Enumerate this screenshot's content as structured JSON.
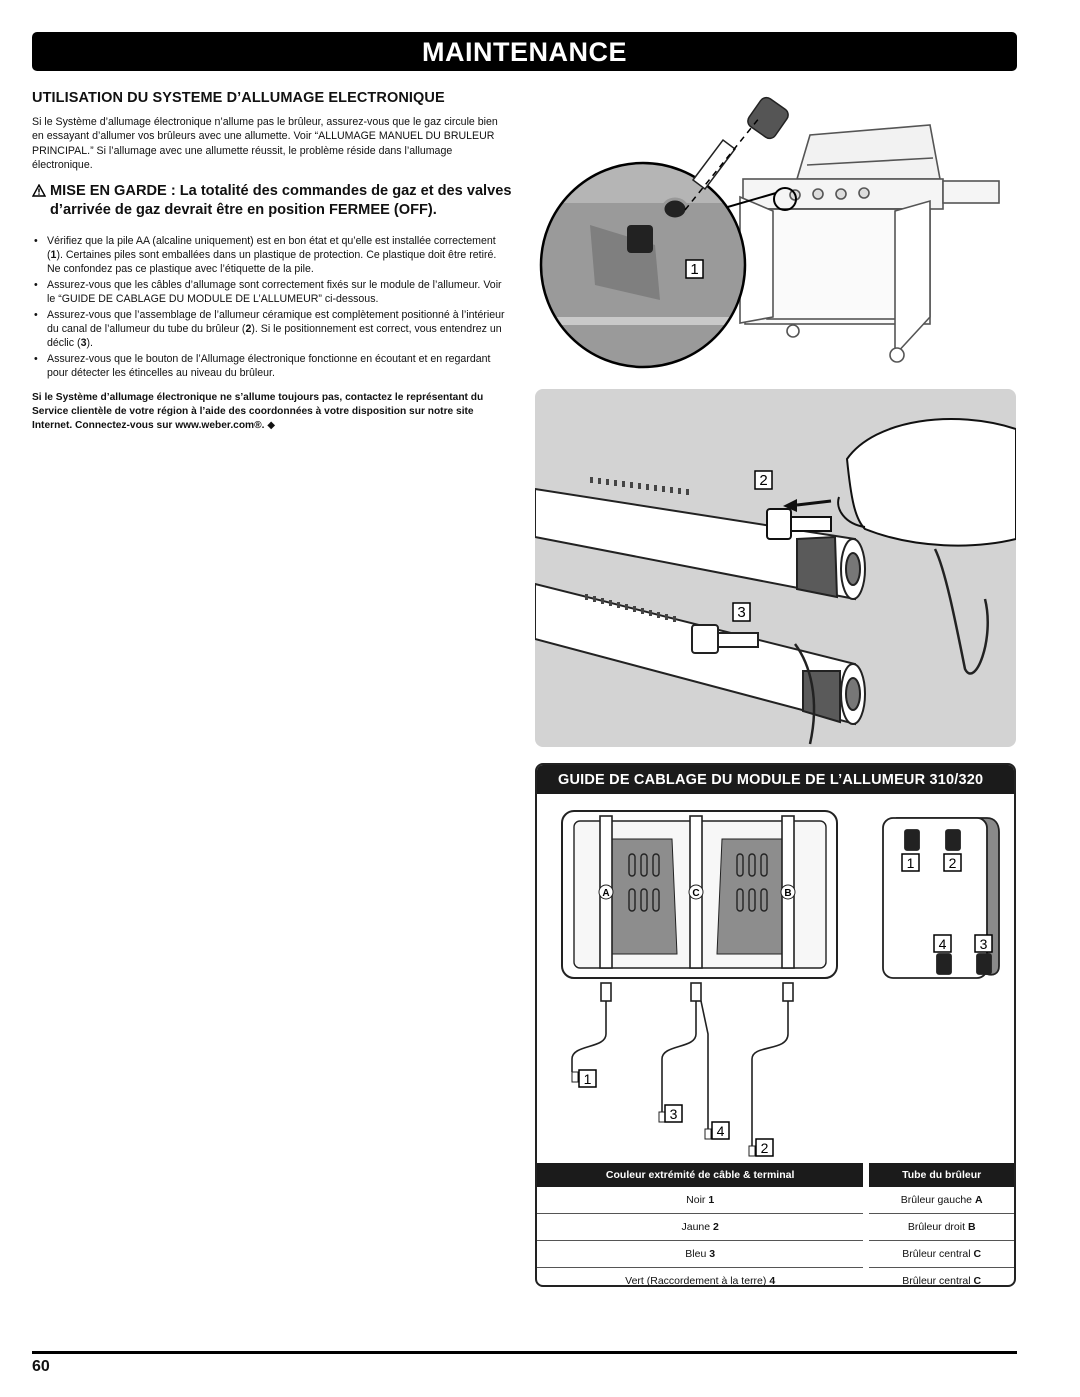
{
  "banner": {
    "title": "MAINTENANCE"
  },
  "section": {
    "heading": "UTILISATION DU SYSTEME D’ALLUMAGE ELECTRONIQUE",
    "intro": "Si le Système d’allumage électronique n’allume pas le brûleur, assurez-vous que le gaz circule bien en essayant d’allumer vos brûleurs avec une allumette. Voir “ALLUMAGE MANUEL DU BRULEUR PRINCIPAL.” Si l’allumage avec une allumette réussit, le problème réside dans l’allumage électronique.",
    "warning": "MISE EN GARDE : La totalité des commandes de gaz et des valves d’arrivée de gaz devrait être en position FERMEE (OFF).",
    "bullets": [
      {
        "a": "Vérifiez que la pile AA (alcaline uniquement) est en bon état et qu’elle est installée correctement (",
        "b": "1",
        "c": "). Certaines piles sont emballées dans un plastique de protection. Ce plastique doit être retiré. Ne confondez pas ce plastique avec l’étiquette de la pile."
      },
      {
        "a": "Assurez-vous que les câbles d’allumage sont correctement fixés sur le module de l’allumeur. Voir le “GUIDE DE CABLAGE DU MODULE DE L’ALLUMEUR” ci-dessous.",
        "b": "",
        "c": ""
      },
      {
        "a": "Assurez-vous que l’assemblage de l’allumeur céramique est complètement positionné à l’intérieur du canal de l’allumeur du tube du brûleur (",
        "b": "2",
        "c": "). Si le positionnement est correct, vous entendrez un déclic (",
        "d": "3",
        "e": ")."
      },
      {
        "a": "Assurez-vous que le bouton de l’Allumage électronique fonctionne en écoutant et en regardant pour détecter les étincelles au niveau du brûleur.",
        "b": "",
        "c": ""
      }
    ],
    "note": "Si le Système d’allumage électronique ne s’allume toujours pas, contactez le représentant du Service clientèle de votre région à l’aide des coordonnées à votre disposition sur notre site Internet. Connectez-vous sur www.weber.com®. ◆"
  },
  "figure1": {
    "callout": "1"
  },
  "figure2": {
    "callout_a": "2",
    "callout_b": "3"
  },
  "guide": {
    "title": "GUIDE DE CABLAGE DU MODULE DE L’ALLUMEUR 310/320",
    "burner_labels": [
      "A",
      "C",
      "B"
    ],
    "module_terminals": [
      "1",
      "2",
      "4",
      "3"
    ],
    "wire_labels": [
      "1",
      "3",
      "4",
      "2"
    ],
    "table": {
      "headers": [
        "Couleur extrémité de câble & terminal",
        "Tube du brûleur"
      ],
      "rows": [
        {
          "wire": "Noir",
          "wire_num": "1",
          "burner": "Brûleur gauche",
          "burner_letter": "A"
        },
        {
          "wire": "Jaune",
          "wire_num": "2",
          "burner": "Brûleur droit",
          "burner_letter": "B"
        },
        {
          "wire": "Bleu",
          "wire_num": "3",
          "burner": "Brûleur central",
          "burner_letter": "C"
        },
        {
          "wire": "Vert (Raccordement à la terre)",
          "wire_num": "4",
          "burner": "Brûleur central",
          "burner_letter": "C"
        }
      ]
    }
  },
  "footer": {
    "page_number": "60"
  }
}
